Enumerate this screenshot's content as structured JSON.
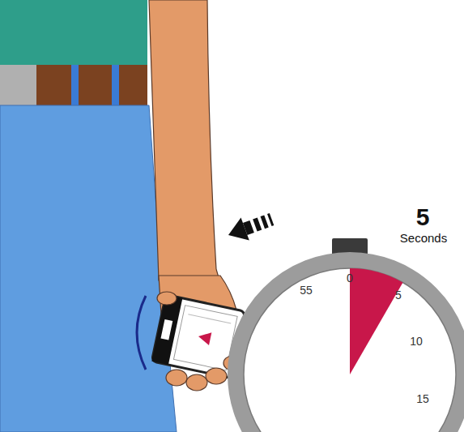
{
  "diagram": {
    "labels": [
      "5",
      "Seconds",
      "55",
      "0",
      "5",
      "10",
      "15"
    ]
  }
}
